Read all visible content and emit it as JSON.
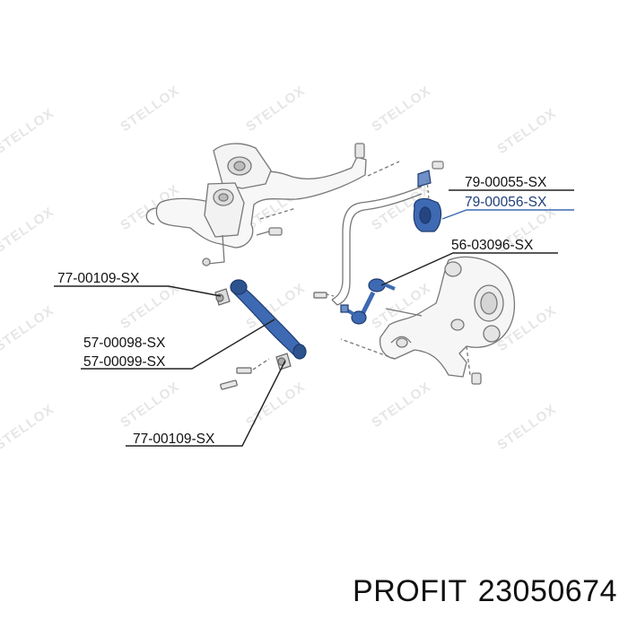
{
  "watermark": {
    "text": "STELLOX"
  },
  "parts": [
    {
      "id": "a",
      "part_number": "79-00055-SX",
      "highlighted": false
    },
    {
      "id": "b",
      "part_number": "79-00056-SX",
      "highlighted": true
    },
    {
      "id": "c",
      "part_number": "56-03096-SX",
      "highlighted": true
    },
    {
      "id": "d",
      "part_number": "77-00109-SX",
      "highlighted": false
    },
    {
      "id": "e",
      "part_number": "57-00098-SX",
      "highlighted": true
    },
    {
      "id": "f",
      "part_number": "57-00099-SX",
      "highlighted": true
    },
    {
      "id": "g",
      "part_number": "77-00109-SX",
      "highlighted": false
    }
  ],
  "caption": {
    "brand": "PROFIT",
    "number": "23050674"
  },
  "colors": {
    "highlight": "#3e6ab3",
    "highlight_text": "#1f3f7a",
    "outline": "#777777",
    "watermark": "#e6e6e6",
    "text": "#111111"
  }
}
